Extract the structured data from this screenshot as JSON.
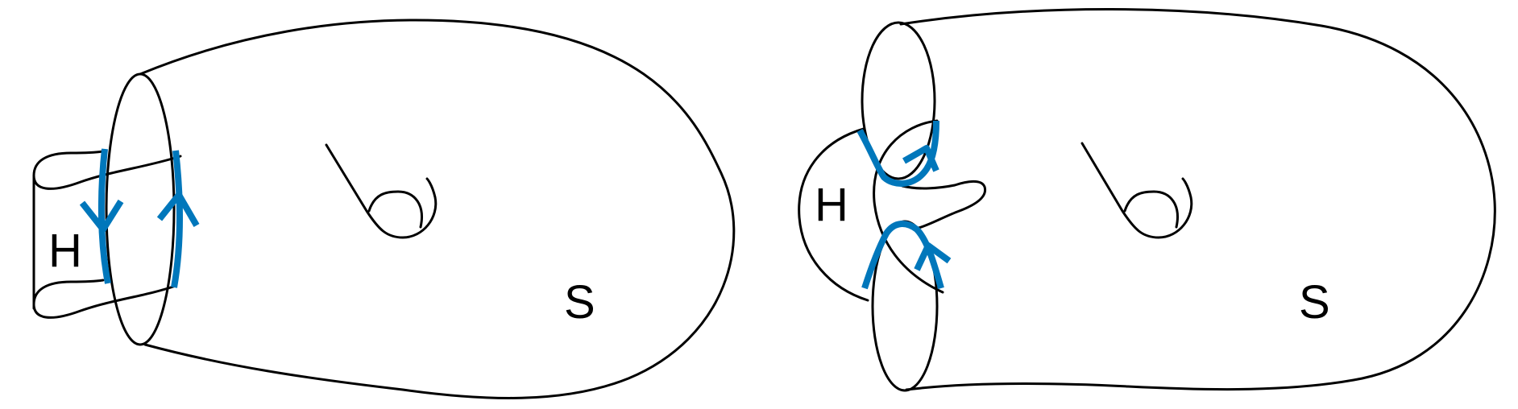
{
  "colors": {
    "line": "#000000",
    "arc": "#0077bb",
    "background": "#ffffff"
  },
  "panels": [
    {
      "handle_label": "H",
      "surface_label": "S"
    },
    {
      "handle_label": "H",
      "surface_label": "S"
    }
  ]
}
